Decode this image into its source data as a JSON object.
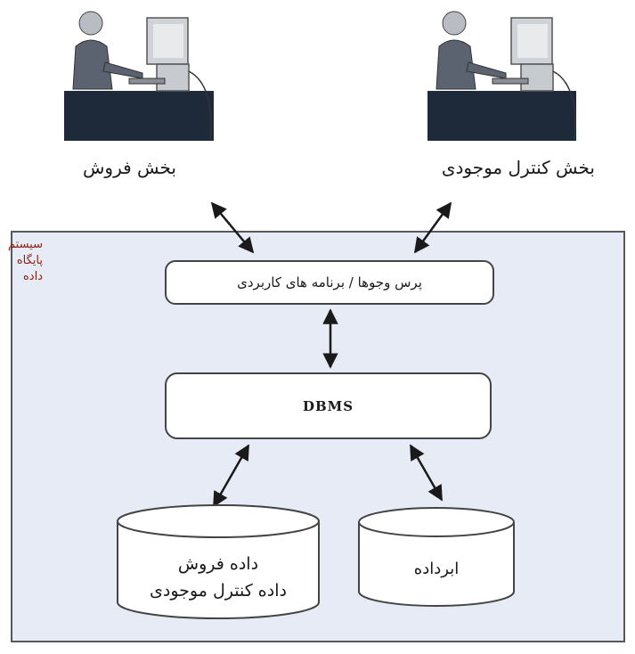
{
  "departments": {
    "sales_label": "بخش فروش",
    "inventory_label": "بخش کنترل موجودی"
  },
  "system": {
    "label": "سیستم\nپایگاه داده",
    "queries_label": "پرس وجوها / برنامه های کاربردی",
    "dbms_label": "DBMS",
    "data_store_label": "داده فروش\nداده کنترل موجودی",
    "metadata_label": "ابرداده"
  },
  "colors": {
    "system_fill": "#e7ebf5",
    "desk": "#1e2a3a",
    "border": "#444444"
  }
}
